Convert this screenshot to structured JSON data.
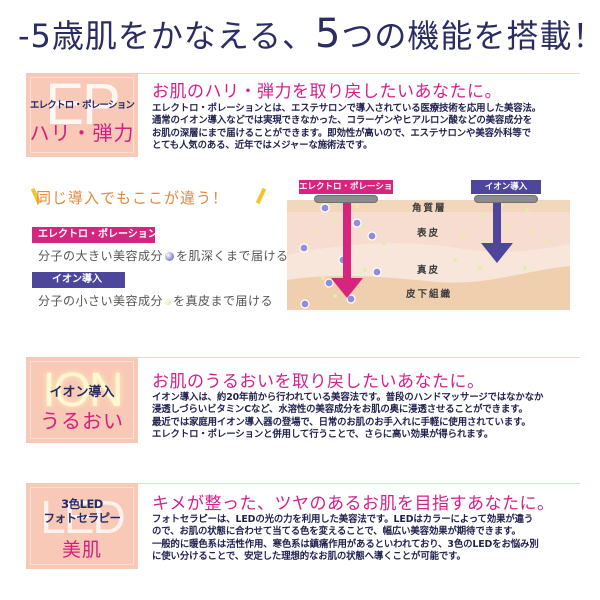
{
  "header": {
    "title_prefix": "-5歳肌をかなえる、",
    "title_number": "5",
    "title_suffix": "つの機能を搭載！"
  },
  "features": [
    {
      "badge_ghost": "EP",
      "badge_sub": "エレクトロ・ポレーション",
      "badge_main": "ハリ・弾力",
      "headline": "お肌のハリ・弾力を取り戻したいあなたに。",
      "body": [
        "エレクトロ・ポレーションとは、エステサロンで導入されている医療技術を応用した美容法。",
        "通常のイオン導入などでは実現できなかった、コラーゲンやヒアルロン酸などの美容成分を",
        "お肌の深層にまで届けることができます。即効性が高いので、エステサロンや美容外科等で",
        "とても人気のある、近年ではメジャーな施術法です。"
      ]
    },
    {
      "badge_ghost": "ION",
      "badge_sub": "イオン導入",
      "badge_main": "うるおい",
      "headline": "お肌のうるおいを取り戻したいあなたに。",
      "body": [
        "イオン導入は、約20年前から行われている美容法です。普段のハンドマッサージではなかなか",
        "浸透しづらいビタミンCなど、水溶性の美容成分をお肌の奥に浸透させることができます。",
        "最近では家庭用イオン導入器の登場で、日常のお肌のお手入れに手軽に使用されています。",
        "エレクトロ・ポレーションと併用して行うことで、さらに高い効果が得られます。"
      ]
    },
    {
      "badge_ghost": "LED",
      "badge_sub_line1": "3色LED",
      "badge_sub_line2": "フォトセラピー",
      "badge_main": "美肌",
      "headline": "キメが整った、ツヤのあるお肌を目指すあなたに。",
      "body": [
        "フォトセラピーは、LEDの光の力を利用した美容法です。LEDはカラーによって効果が違う",
        "ので、お肌の状態に合わせて当てる色を変えることで、幅広い美容効果が期待できます。",
        "一般的に暖色系は活性作用、寒色系は鎮痛作用があるといわれており、3色のLEDをお悩み別",
        "に使い分けることで、安定した理想的なお肌の状態へ導くことが可能です。"
      ]
    }
  ],
  "compare": {
    "title": "同じ導入でもここが違う！",
    "items": [
      {
        "label": "エレクトロ・ポレーション",
        "desc_before": "分子の大きい美容成分",
        "desc_after": "を肌深くまで届ける",
        "dot": "large-molecule-dot"
      },
      {
        "label": "イオン導入",
        "desc_before": "分子の小さい美容成分",
        "desc_after": "を真皮まで届ける",
        "dot": "small-molecule-dot"
      }
    ]
  },
  "diagram": {
    "ep_tag": "エレクトロ・ポレーション",
    "ion_tag": "イオン導入",
    "layers": [
      "角質層",
      "表皮",
      "真皮",
      "皮下組織"
    ],
    "colors": {
      "ep_arrow": "#d5257f",
      "ion_arrow": "#4e469b",
      "stratum": "#f3d7bd",
      "epidermis": "#f6ddd0",
      "dermis": "#f8e6da",
      "subcutis": "#efcfae"
    }
  },
  "colors": {
    "title": "#2b2d62",
    "headline": "#d4208a",
    "badge_bg": "#f8c9b6",
    "accent_orange": "#e2893e"
  }
}
